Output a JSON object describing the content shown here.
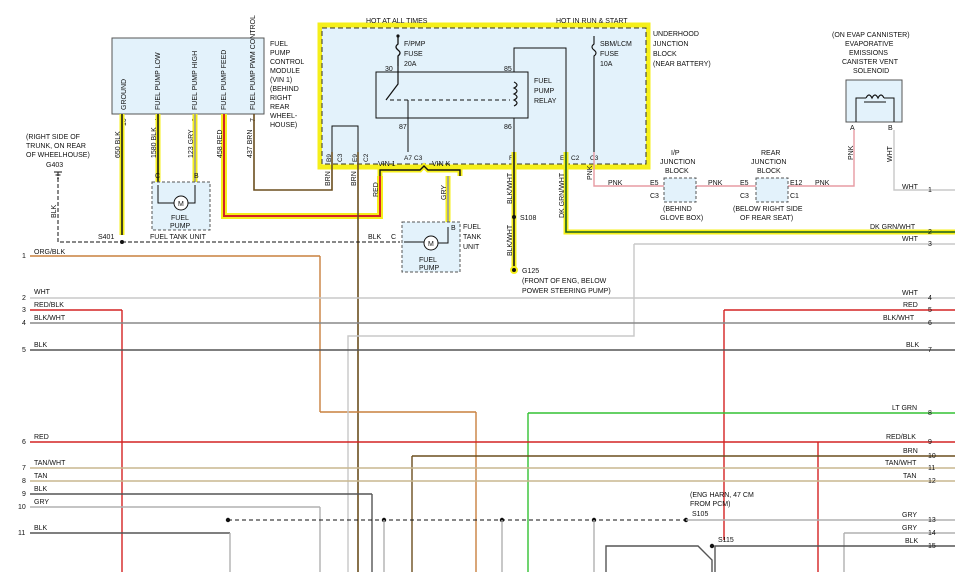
{
  "colors": {
    "highlight": "#f5ef1a",
    "box_fill": "#e3f2fb",
    "box_stroke": "#555555",
    "red": "#d42323",
    "orange": "#c9813f",
    "brown": "#6b4e1e",
    "black": "#1b1b1b",
    "green": "#33c233",
    "gray": "#b0b0b0",
    "white_wire": "#c8c8c8",
    "pink": "#e79ba3",
    "tan": "#c9b78f",
    "dkgrn": "#1b5e20"
  },
  "underhood": {
    "hot_all_times": "HOT AT ALL TIMES",
    "hot_run_start": "HOT IN RUN & START",
    "block_label": [
      "UNDERHOOD",
      "JUNCTION",
      "BLOCK",
      "(NEAR BATTERY)"
    ],
    "fuse1": [
      "F/PMP",
      "FUSE",
      "20A"
    ],
    "fuse2": [
      "SBM/LCM",
      "FUSE",
      "10A"
    ],
    "relay_label": [
      "FUEL",
      "PUMP",
      "RELAY"
    ],
    "pins": [
      "30",
      "85",
      "87",
      "86"
    ],
    "bottom_pins": [
      "A7",
      "C3",
      "F8",
      "E7",
      "C2",
      "C3"
    ]
  },
  "fpcm": {
    "label": [
      "FUEL",
      "PUMP",
      "CONTROL",
      "MODULE",
      "(VIN 1)",
      "(BEHIND",
      "RIGHT",
      "REAR",
      "WHEEL-",
      "HOUSE)"
    ],
    "pins": [
      "GROUND",
      "FUEL PUMP LOW",
      "FUEL PUMP HIGH",
      "FUEL PUMP FEED",
      "FUEL PUMP PWM CONTROL"
    ],
    "wires": [
      "650 BLK",
      "1580 BLK",
      "123 GRY",
      "458 RED",
      "437 BRN"
    ],
    "pin_nums": [
      "10",
      "4",
      "6",
      "8",
      "7"
    ],
    "conn_pins": [
      "B9",
      "C3",
      "E9",
      "C2"
    ]
  },
  "left_labels": {
    "ground_note": [
      "(RIGHT SIDE OF",
      "TRUNK, ON REAR",
      "OF WHEELHOUSE)"
    ],
    "ground_id": "G403",
    "blk": "BLK",
    "splice": "S401",
    "tank_unit1": "FUEL TANK UNIT",
    "pump1": [
      "FUEL",
      "PUMP"
    ],
    "conn_c": "C",
    "conn_b": "B"
  },
  "tank2": {
    "label": [
      "FUEL",
      "TANK",
      "UNIT"
    ],
    "pump": [
      "FUEL",
      "PUMP"
    ],
    "blk": "BLK",
    "c": "C",
    "b": "B",
    "vin1": "VIN 1",
    "vink": "VIN K",
    "red": "RED",
    "gry": "GRY",
    "brn1": "BRN",
    "brn2": "BRN"
  },
  "ground2": {
    "splice": "S108",
    "wire": "BLK/WHT",
    "wire2": "BLK/WHT",
    "ground_id": "G125",
    "note": [
      "(FRONT OF ENG, BELOW",
      "POWER STEERING PUMP)"
    ]
  },
  "ip_block": {
    "label": [
      "I/P",
      "JUNCTION",
      "BLOCK"
    ],
    "note": [
      "(BEHIND",
      "GLOVE BOX)"
    ],
    "pins": [
      "E5",
      "C3"
    ],
    "pnk": "PNK"
  },
  "rear_block": {
    "label": [
      "REAR",
      "JUNCTION",
      "BLOCK"
    ],
    "note": [
      "(BELOW RIGHT SIDE",
      "OF REAR SEAT)"
    ],
    "pins": [
      "E5",
      "C3",
      "E12",
      "C1"
    ],
    "pnk": "PNK",
    "pnk2": "PNK"
  },
  "evap": {
    "note": [
      "(ON EVAP CANNISTER)",
      "EVAPORATIVE",
      "EMISSIONS",
      "CANISTER VENT",
      "SOLENOID"
    ],
    "pins": [
      "A",
      "B"
    ],
    "pnk": "PNK",
    "wht": "WHT"
  },
  "vertical_wires": {
    "dkgrn_wht": "DK GRN/WHT",
    "pnk": "PNK"
  },
  "eng_harn": {
    "note": [
      "(ENG HARN, 47 CM",
      "FROM PCM)"
    ],
    "s105": "S105",
    "s115": "S115"
  },
  "left_rows": [
    {
      "num": "1",
      "label": "ORG/BLK"
    },
    {
      "num": "2",
      "label": "WHT"
    },
    {
      "num": "3",
      "label": "RED/BLK"
    },
    {
      "num": "4",
      "label": "BLK/WHT"
    },
    {
      "num": "5",
      "label": "BLK"
    },
    {
      "num": "6",
      "label": "RED"
    },
    {
      "num": "7",
      "label": "TAN/WHT"
    },
    {
      "num": "8",
      "label": "TAN"
    },
    {
      "num": "9",
      "label": "BLK"
    },
    {
      "num": "10",
      "label": "GRY"
    },
    {
      "num": "11",
      "label": "BLK"
    }
  ],
  "right_rows": [
    {
      "num": "1",
      "label": "WHT"
    },
    {
      "num": "2",
      "label": "DK GRN/WHT"
    },
    {
      "num": "3",
      "label": "WHT"
    },
    {
      "num": "4",
      "label": "WHT"
    },
    {
      "num": "5",
      "label": "RED"
    },
    {
      "num": "6",
      "label": "BLK/WHT"
    },
    {
      "num": "7",
      "label": "BLK"
    },
    {
      "num": "8",
      "label": "LT GRN"
    },
    {
      "num": "9",
      "label": "RED/BLK"
    },
    {
      "num": "10",
      "label": "BRN"
    },
    {
      "num": "11",
      "label": "TAN/WHT"
    },
    {
      "num": "12",
      "label": "TAN"
    },
    {
      "num": "13",
      "label": "GRY"
    },
    {
      "num": "14",
      "label": "GRY"
    },
    {
      "num": "15",
      "label": "BLK"
    }
  ]
}
